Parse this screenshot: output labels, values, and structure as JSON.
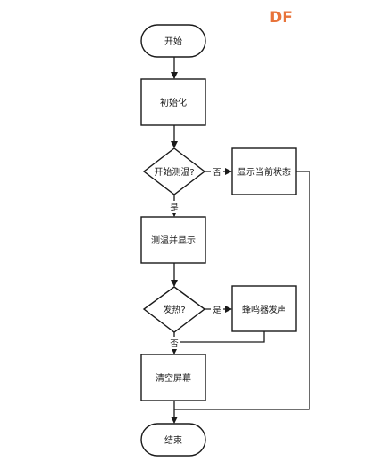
{
  "logo": {
    "text": "DF",
    "color": "#e8733a"
  },
  "nodes": {
    "start": "开始",
    "init": "初始化",
    "decision_start_measure": "开始测温?",
    "show_state": "显示当前状态",
    "measure_display": "测温并显示",
    "decision_fever": "发热?",
    "buzzer": "蜂鸣器发声",
    "clear_screen": "清空屏幕",
    "end": "结束"
  },
  "edges": {
    "no_label": "否",
    "yes_label": "是"
  }
}
